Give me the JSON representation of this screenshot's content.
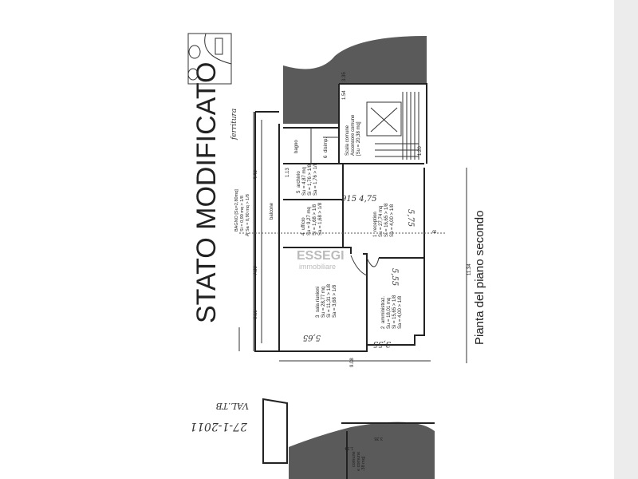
{
  "title": "STATO MODIFICATO",
  "subtitle": "Pianta del piano secondo",
  "handwritten": {
    "date": "27-1-2011",
    "note": "VAL.TB",
    "top_note": "ferritura",
    "dims": [
      "915 4,75",
      "5,75",
      "5,55",
      "3,55",
      "5,65"
    ]
  },
  "watermark": {
    "line1": "ESSEGI",
    "line2": "immobiliare"
  },
  "rooms": [
    {
      "num": "1",
      "name": "reception",
      "su": "Su = 27,74 mq",
      "si": "Si = 16,65 > 1/8",
      "sa": "Sa = 4,00 > 1/8"
    },
    {
      "num": "2",
      "name": "amministraz.",
      "su": "Su = 18,01 mq",
      "si": "Si = 15,65 > 1/8",
      "sa": "Sa = 4,00 > 1/8"
    },
    {
      "num": "3",
      "name": "sala riunioni",
      "su": "Su = 28,77 mq",
      "si": "Si = 11,31 > 1/8",
      "sa": "Sa = 3,68 > 1/8"
    },
    {
      "num": "4",
      "name": "ufficio",
      "su": "Su = 9,27 mq",
      "si": "Si = 1,68 > 1/8",
      "sa": "Sa = 1,68 > 1/8"
    },
    {
      "num": "5",
      "name": "archivio",
      "su": "Su = 4,87 mq",
      "si": "Si = 1,76 > 1/8",
      "sa": "Sa = 1,76 > 1/8"
    },
    {
      "num": "6",
      "name": "disimp.",
      "su": "",
      "si": "",
      "sa": ""
    }
  ],
  "bagno_small": "bagno",
  "stair": {
    "l1": "Scala comune",
    "l2": "Ascensore comune",
    "l3": "[Su = 20,38 mq]"
  },
  "bagno": {
    "l1": "BAGNO [Su=2,80mq]",
    "l2": "Si = 0,90 mq > 1/8",
    "l3": "Sa = 0,90 mq > 1/8"
  },
  "balcone": "balcone",
  "dimensions": {
    "d780": "7.80",
    "d443": "4.43",
    "d065": "0.65",
    "d1134": "11.34",
    "d908": "9.08",
    "d154": "1.54",
    "d335": "3.35",
    "d120": "1.20",
    "d113": "1.13"
  },
  "section_marks": {
    "a": "A",
    "b": "B"
  },
  "bottom_copy": {
    "l1": "comune",
    "l2": "e comune",
    "l3": ".38 mq]",
    "d154": "1.54",
    "d335": "3.35"
  }
}
